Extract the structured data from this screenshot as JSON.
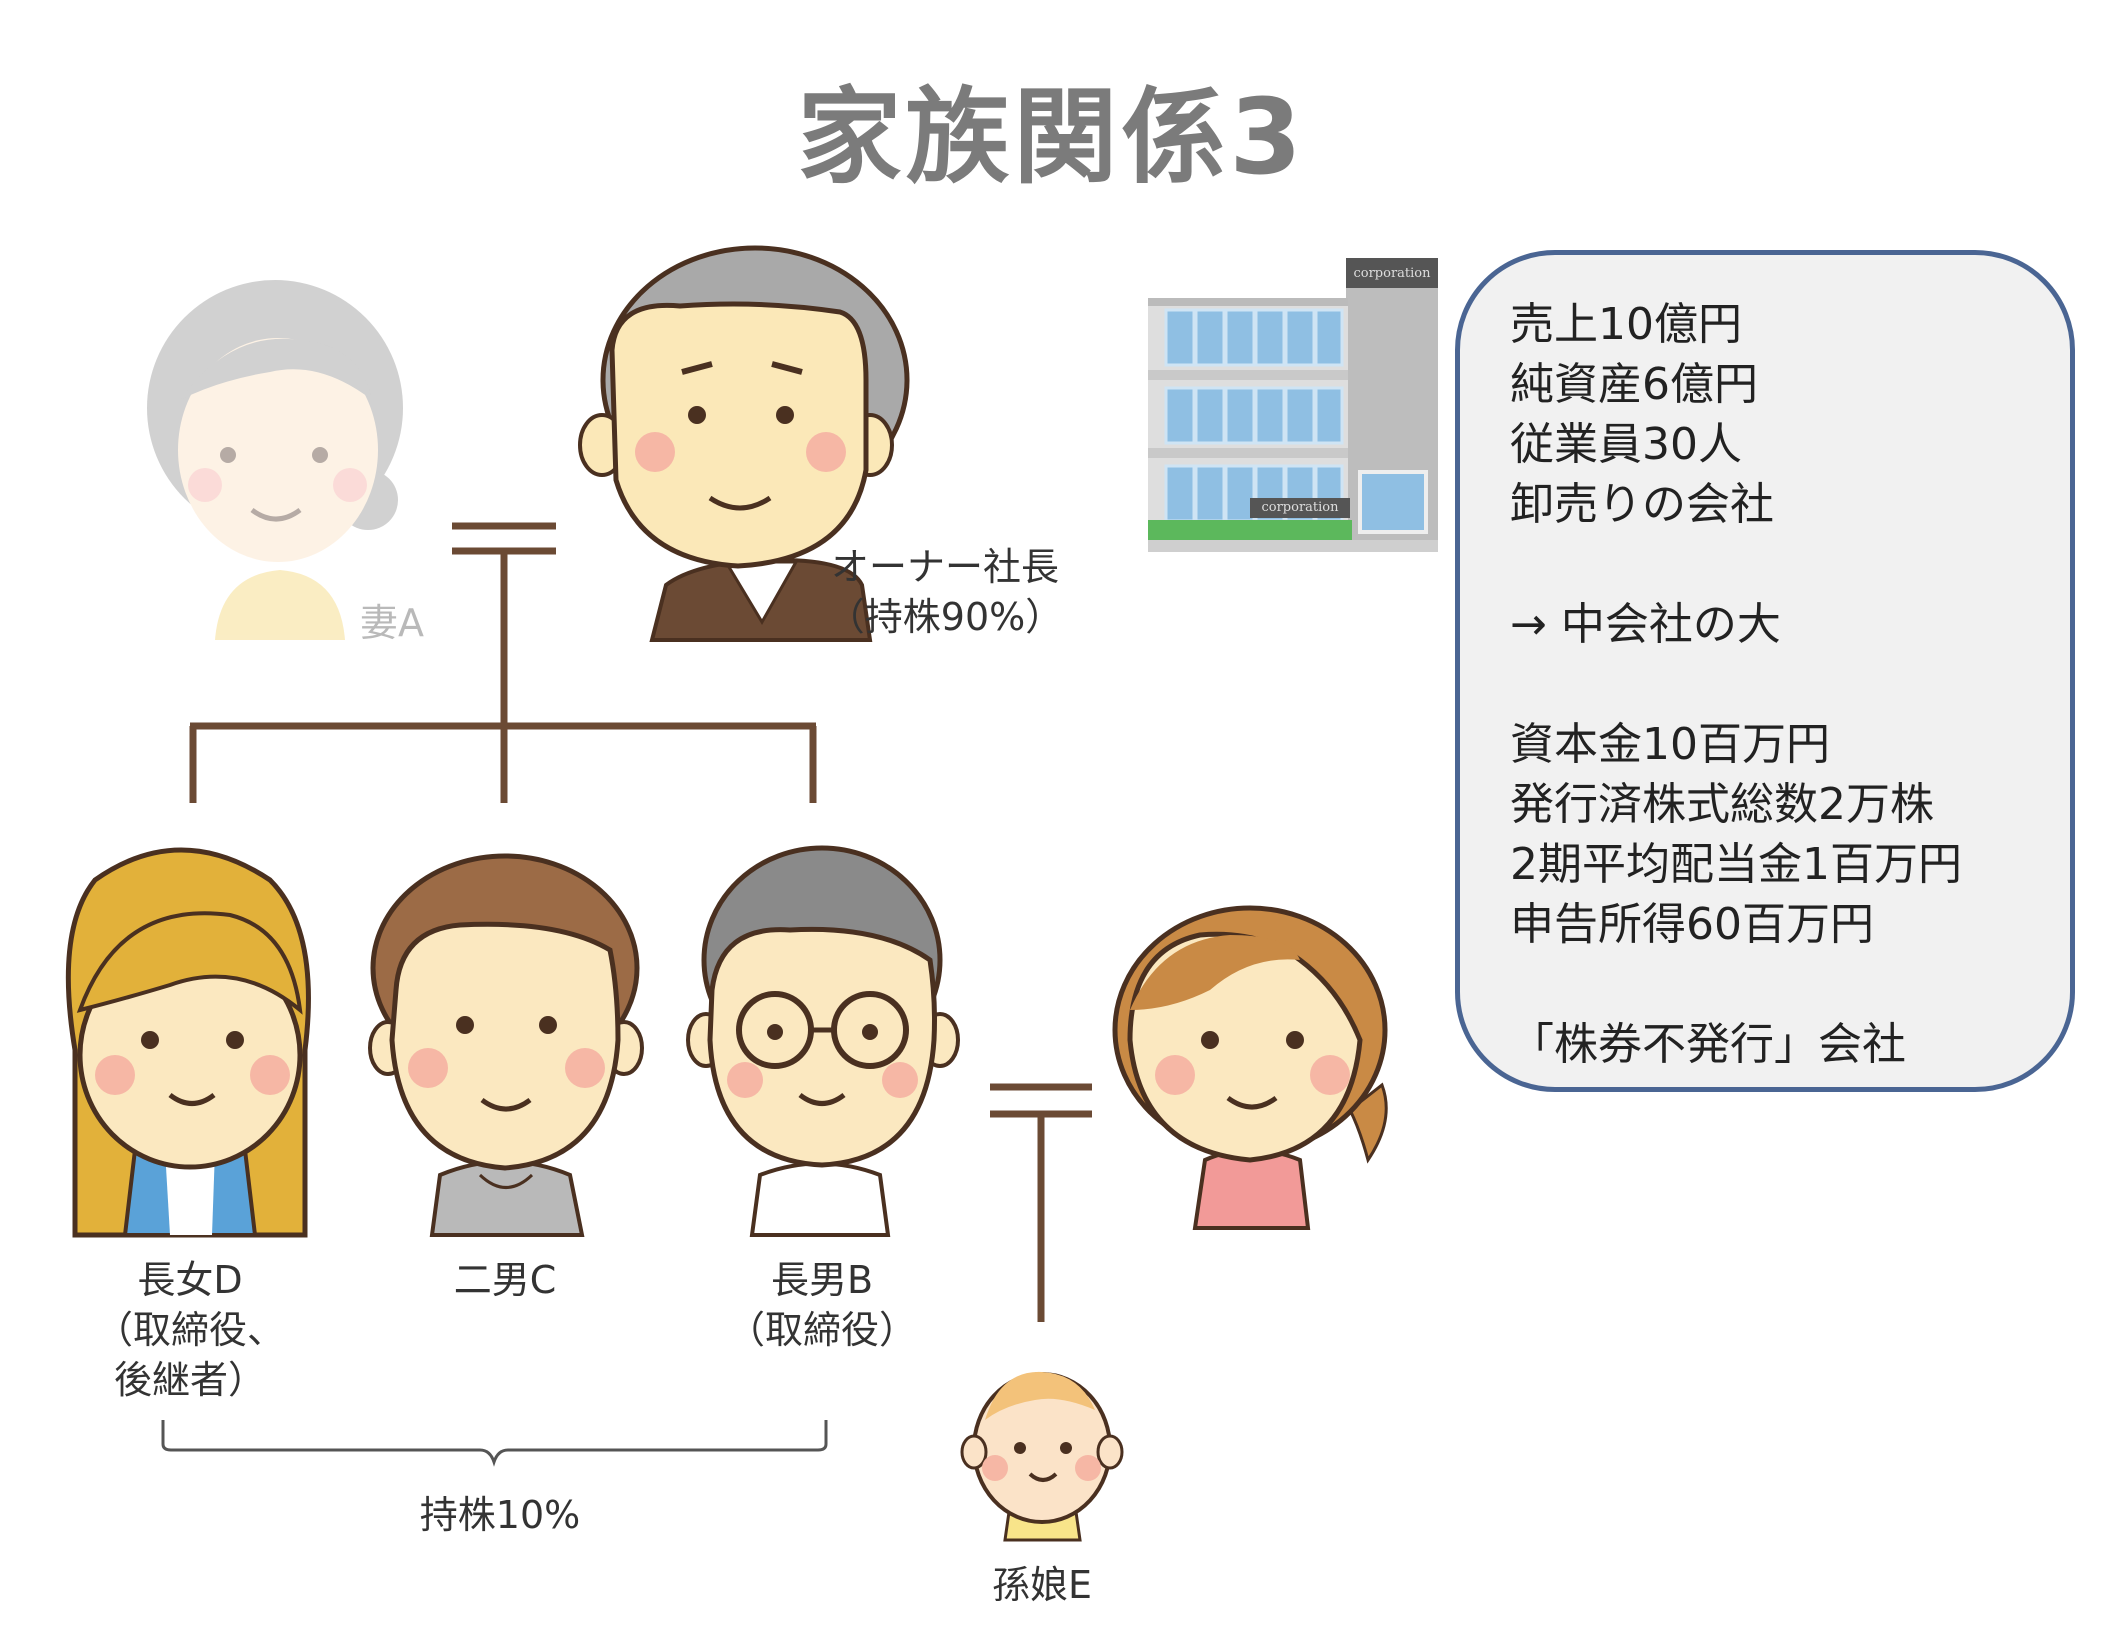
{
  "title": "家族関係3",
  "people": {
    "wife": {
      "label": "妻A"
    },
    "owner": {
      "name": "オーナー社長",
      "share": "（持株90%）"
    },
    "eldest_daughter": {
      "name": "長女D",
      "line2": "（取締役、",
      "line3": "後継者）"
    },
    "second_son": {
      "name": "二男C"
    },
    "eldest_son": {
      "name": "長男B",
      "line2": "（取締役）"
    },
    "granddaughter": {
      "label": "孫娘E"
    }
  },
  "children_share": "持株10%",
  "building": {
    "sign_top": "corporation",
    "sign_bottom": "corporation"
  },
  "company_info": {
    "lines": [
      "売上10億円",
      "純資産6億円",
      "従業員30人",
      "卸売りの会社",
      "",
      "→ 中会社の大",
      "",
      "資本金10百万円",
      "発行済株式総数2万株",
      "2期平均配当金1百万円",
      "申告所得60百万円",
      "",
      "「株券不発行」会社"
    ]
  },
  "colors": {
    "line": "#6b4a34",
    "box_border": "#4a6593",
    "box_fill": "#f1f1f1",
    "title": "#7b7b7b"
  }
}
